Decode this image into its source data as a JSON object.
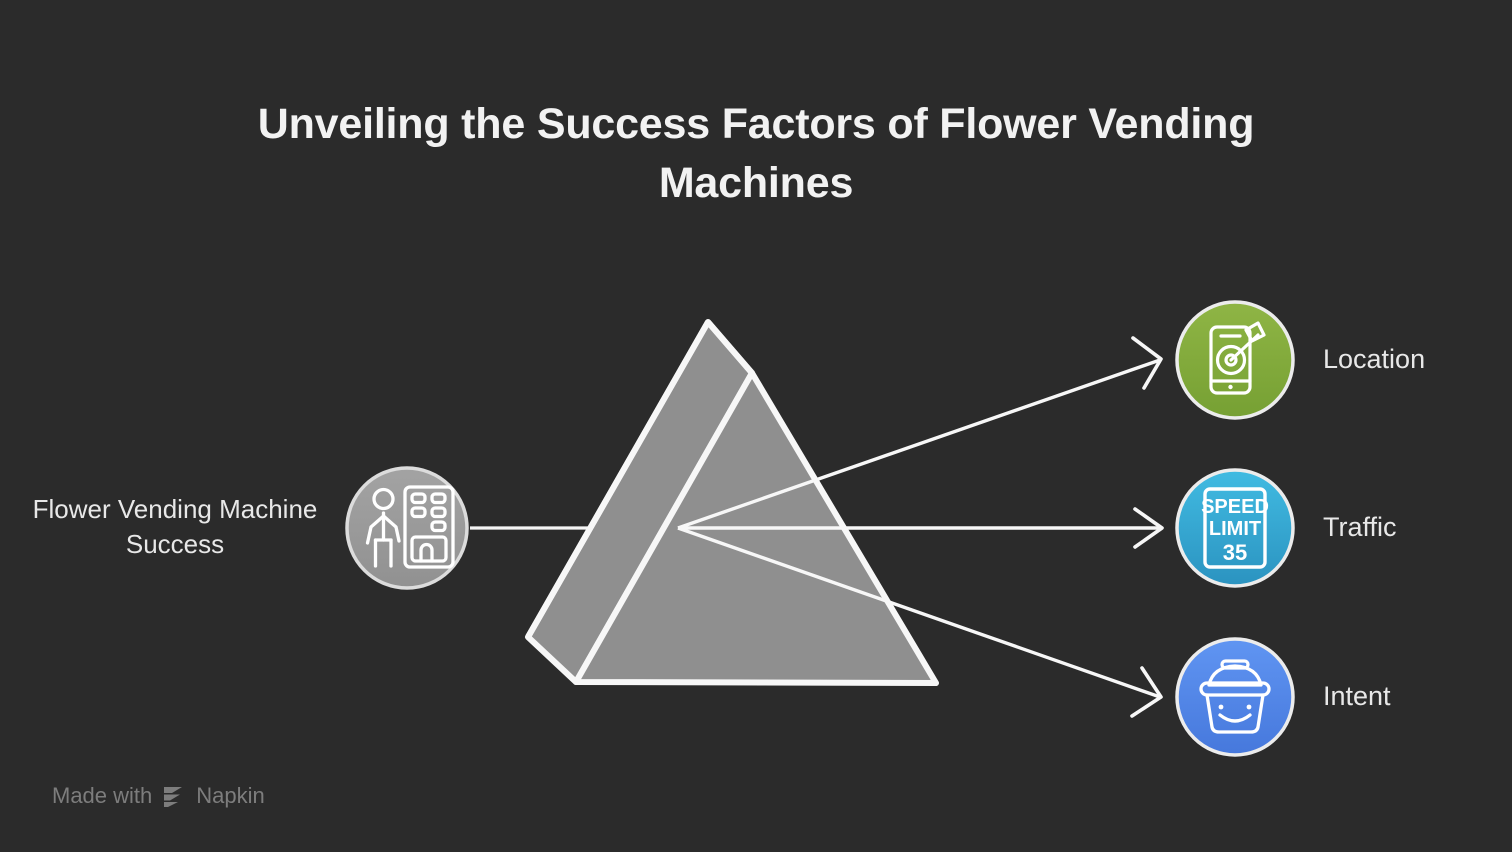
{
  "page": {
    "background_color": "#2b2b2b",
    "title": "Unveiling the Success Factors of Flower Vending Machines"
  },
  "diagram": {
    "type": "prism-split",
    "source_node": {
      "label": "Flower Vending Machine Success",
      "icon": "vending-machine-person-icon",
      "circle_color": "#9a9a9a",
      "ring_color": "#d4d4d4"
    },
    "prism": {
      "name": "triangular-prism",
      "fill": "#8f8f8f",
      "edge_color": "#f5f5f5"
    },
    "branches": [
      {
        "label": "Location",
        "icon": "phone-target-dart-icon",
        "color": "#85ab3c",
        "color_end": "#7ba238"
      },
      {
        "label": "Traffic",
        "icon": "speed-limit-sign-icon",
        "sign_text_line1": "SPEED",
        "sign_text_line2": "LIMIT",
        "sign_text_line3": "35",
        "color": "#3ab5de",
        "color_end": "#2d9ac6"
      },
      {
        "label": "Intent",
        "icon": "smiling-basket-icon",
        "color": "#5a8fee",
        "color_end": "#4a7fe0"
      }
    ]
  },
  "watermark": {
    "prefix": "Made with",
    "brand": "Napkin",
    "logo_icon": "napkin-chevrons-icon",
    "color": "#7d7d7d"
  }
}
